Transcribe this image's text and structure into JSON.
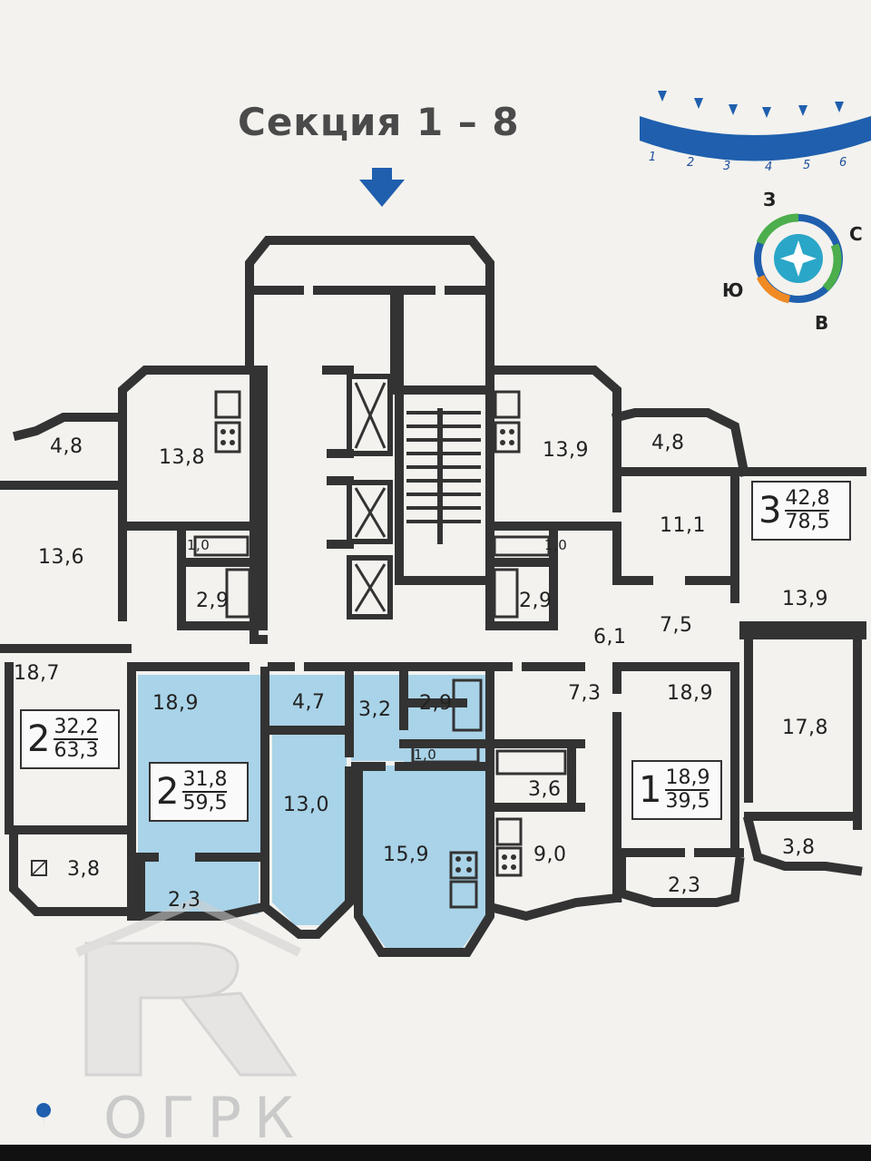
{
  "title": "Секция 1 – 8",
  "section_numbers": [
    "1",
    "2",
    "3",
    "4",
    "5",
    "6"
  ],
  "compass": {
    "n": "З",
    "e": "С",
    "s": "В",
    "w": "Ю"
  },
  "rooms": {
    "balcony_tl": "4,8",
    "kitchen_tl": "13,8",
    "room_left": "13,6",
    "wc_l": "1,0",
    "bath_l": "2,9",
    "room_18_7": "18,7",
    "kitchen_tr": "13,9",
    "wc_r": "1,0",
    "bath_r": "2,9",
    "balcony_tr": "4,8",
    "room_11_1": "11,1",
    "hall_7_5": "7,5",
    "hall_6_1": "6,1",
    "room_13_9": "13,9",
    "hall_7_3": "7,3",
    "room_18_9_left": "18,9",
    "hall_4_7": "4,7",
    "hall_3_2": "3,2",
    "bath_2_9": "2,9",
    "wc_1_0": "1,0",
    "room_13_0": "13,0",
    "kitchen_15_9": "15,9",
    "bath_3_6": "3,6",
    "kitchen_9_0": "9,0",
    "room_18_9_right": "18,9",
    "room_17_8": "17,8",
    "balcony_3_8_left": "3,8",
    "balcony_2_3_left": "2,3",
    "balcony_2_3_right": "2,3",
    "balcony_3_8_right": "3,8"
  },
  "apartments": [
    {
      "rooms": "3",
      "living": "42,8",
      "total": "78,5"
    },
    {
      "rooms": "2",
      "living": "32,2",
      "total": "63,3"
    },
    {
      "rooms": "2",
      "living": "31,8",
      "total": "59,5"
    },
    {
      "rooms": "1",
      "living": "18,9",
      "total": "39,5"
    }
  ],
  "logo": {
    "letters": "ОГРК"
  },
  "colors": {
    "highlight": "#a9d3e8",
    "wall": "#333333",
    "arrow": "#1f5fae",
    "background": "#f3f2ee"
  }
}
